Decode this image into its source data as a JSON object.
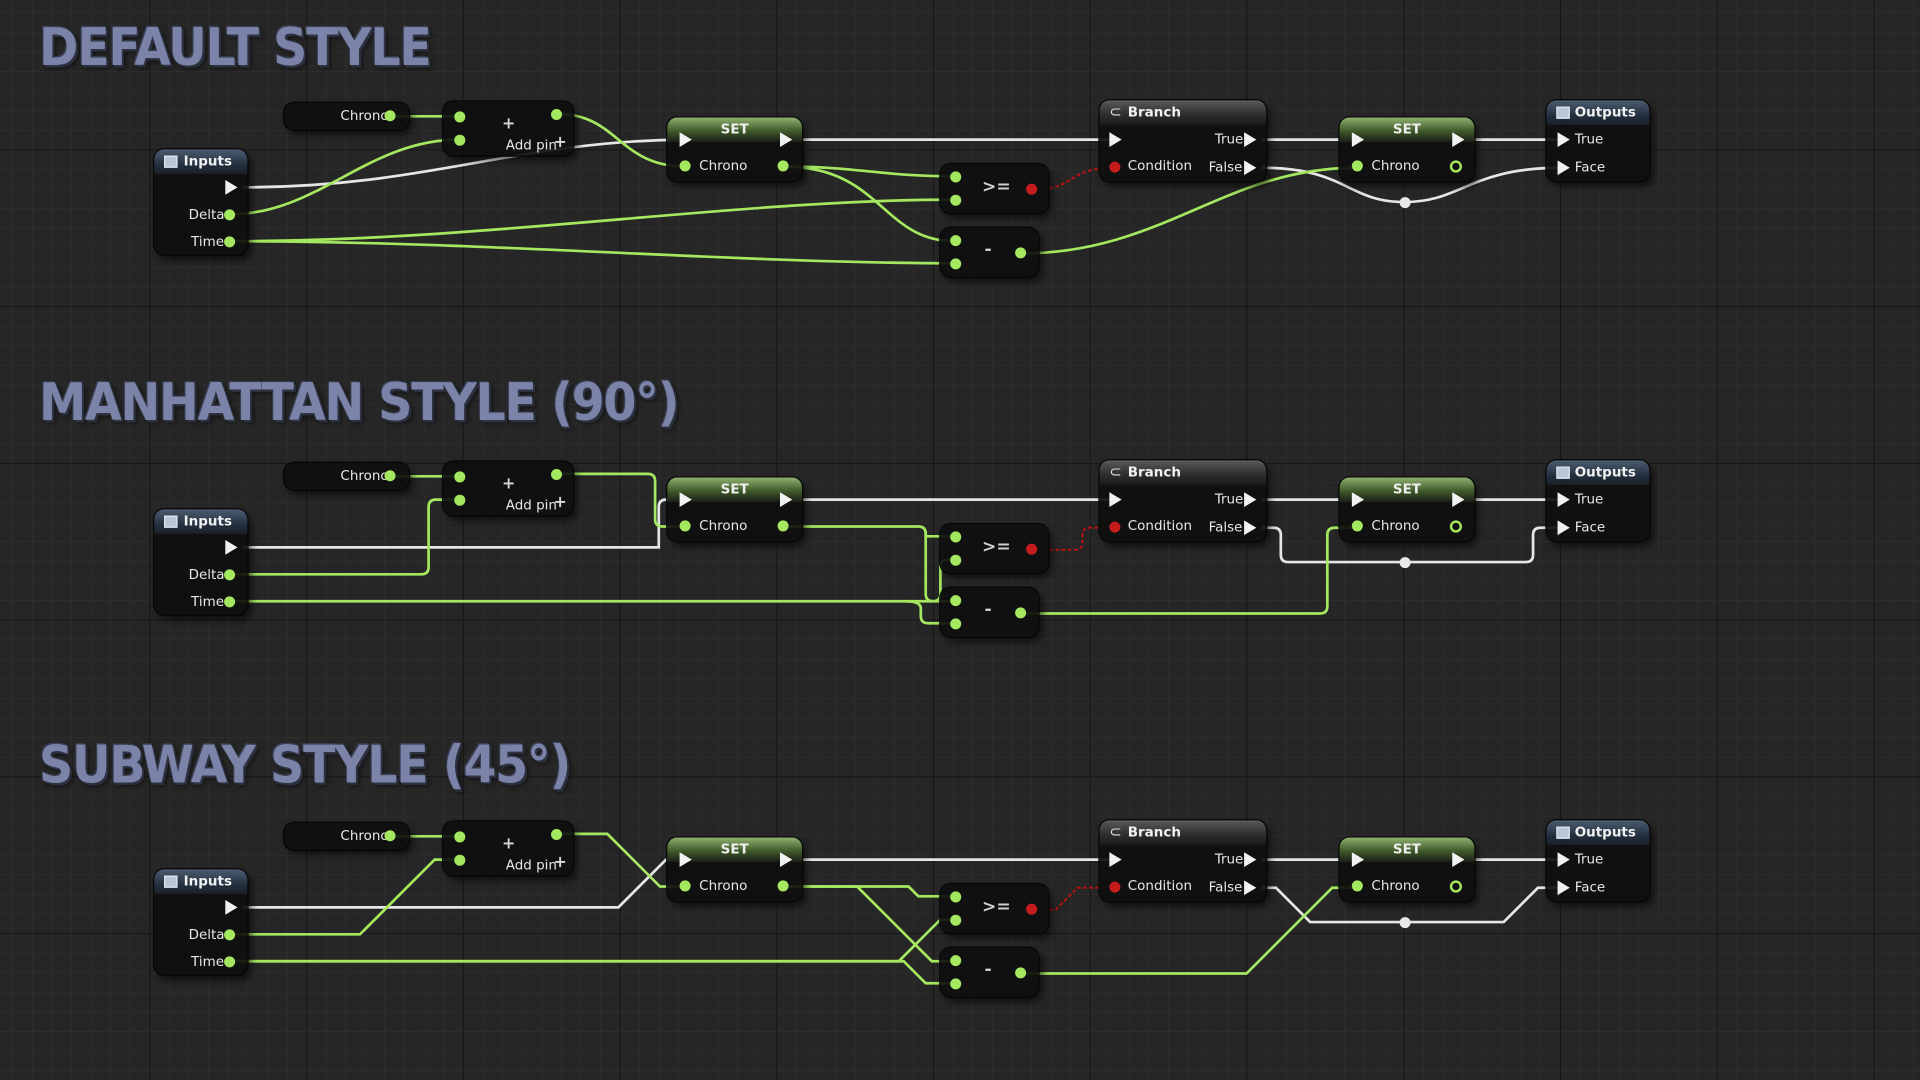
{
  "sections": [
    {
      "title": "DEFAULT STYLE"
    },
    {
      "title": "MANHATTAN STYLE (90°)"
    },
    {
      "title": "SUBWAY STYLE (45°)"
    }
  ],
  "nodes": {
    "inputs_title": "Inputs",
    "delta_label": "Delta",
    "time_label": "Time",
    "chrono_get_label": "Chrono",
    "add_pin_label": "Add pin",
    "set_title": "SET",
    "set_chrono_label": "Chrono",
    "gte_symbol": ">=",
    "minus_symbol": "-",
    "branch_title": "Branch",
    "condition_label": "Condition",
    "true_label": "True",
    "false_label": "False",
    "outputs_title": "Outputs",
    "outputs_true_label": "True",
    "outputs_face_label": "Face"
  },
  "colors": {
    "exec_wire": "#e6e6e6",
    "float_wire": "#a4e860",
    "bool_pin": "#c41c1c",
    "title_text": "#7b84a8"
  }
}
